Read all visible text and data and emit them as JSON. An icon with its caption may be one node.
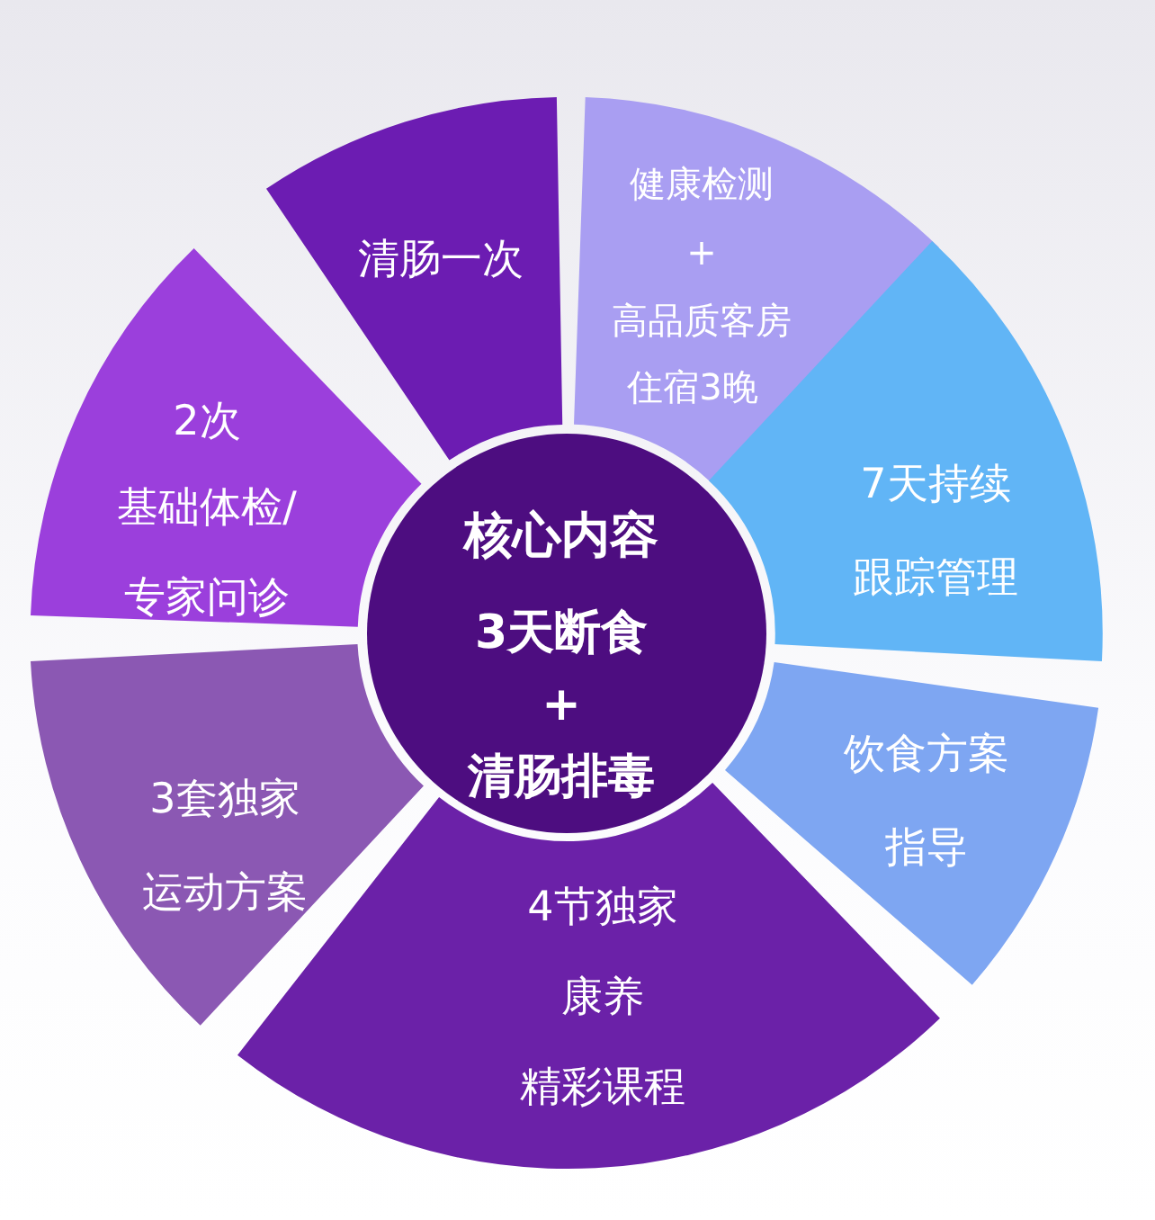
{
  "diagram": {
    "nodes": [
      {
        "text": [
          "清肠一次"
        ]
      },
      {
        "text": [
          "健康检测",
          "+",
          "高品质客房",
          "住宿3晚"
        ]
      },
      {
        "text": [
          "7天持续",
          "跟踪管理"
        ]
      },
      {
        "text": [
          "饮食方案",
          "指导"
        ]
      },
      {
        "text": [
          "4节独家",
          "康养",
          "精彩课程"
        ]
      },
      {
        "text": [
          "3套独家",
          "运动方案"
        ]
      },
      {
        "text": [
          "2次",
          "基础体检/",
          "专家问诊"
        ]
      },
      {
        "text": [
          "核心内容",
          "3天断食",
          "+",
          "清肠排毒"
        ]
      }
    ],
    "edges": []
  }
}
